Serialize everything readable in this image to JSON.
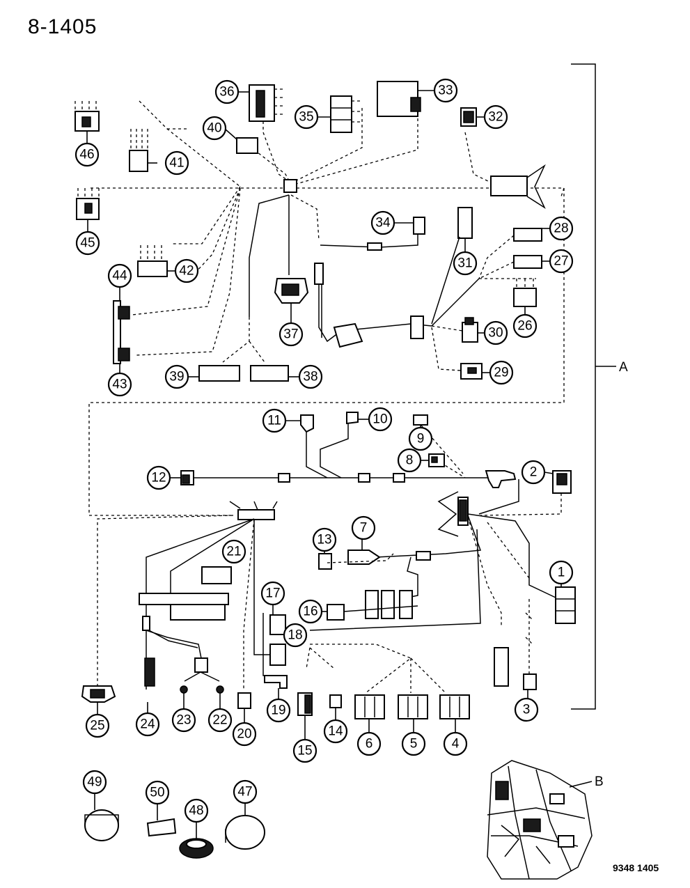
{
  "header": {
    "page_ref": "8-1405"
  },
  "footer": {
    "figure_code": "9348 1405"
  },
  "group_labels": {
    "a": "A",
    "b": "B"
  },
  "callouts": {
    "c1": "1",
    "c2": "2",
    "c3": "3",
    "c4": "4",
    "c5": "5",
    "c6": "6",
    "c7": "7",
    "c8": "8",
    "c9": "9",
    "c10": "10",
    "c11": "11",
    "c12": "12",
    "c13": "13",
    "c14": "14",
    "c15": "15",
    "c16": "16",
    "c17": "17",
    "c18": "18",
    "c19": "19",
    "c20": "20",
    "c21": "21",
    "c22": "22",
    "c23": "23",
    "c24": "24",
    "c25": "25",
    "c26": "26",
    "c27": "27",
    "c28": "28",
    "c29": "29",
    "c30": "30",
    "c31": "31",
    "c32": "32",
    "c33": "33",
    "c34": "34",
    "c35": "35",
    "c36": "36",
    "c37": "37",
    "c38": "38",
    "c39": "39",
    "c40": "40",
    "c41": "41",
    "c42": "42",
    "c43": "43",
    "c44": "44",
    "c45": "45",
    "c46": "46",
    "c47": "47",
    "c48": "48",
    "c49": "49",
    "c50": "50"
  }
}
